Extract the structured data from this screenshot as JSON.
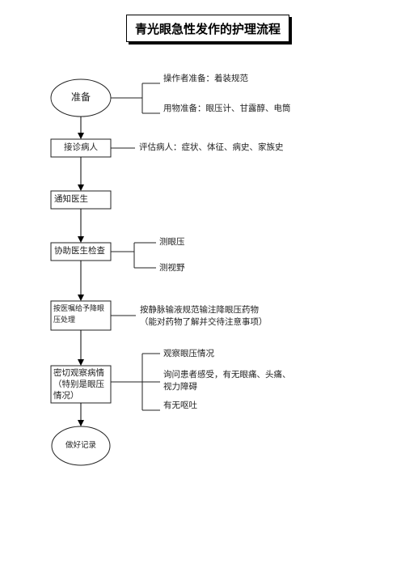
{
  "title": "青光眼急性发作的护理流程",
  "nodes": {
    "prepare": "准备",
    "receive": "接诊病人",
    "notify": "通知医生",
    "assist": "协助医生检查",
    "medicate": "按医嘱给予降眼压处理",
    "observe": "密切观察病情（特别是眼压情况）",
    "record": "做好记录"
  },
  "notes": {
    "prepare_operator": "操作者准备：着装规范",
    "prepare_items": "用物准备：眼压计、甘露醇、电筒",
    "assess": "评估病人：症状、体征、病史、家族史",
    "check_pressure": "测眼压",
    "check_field": "测视野",
    "iv_line1": "按静脉输液规范输注降眼压药物",
    "iv_line2": "（能对药物了解并交待注意事项）",
    "obs_pressure": "观察眼压情况",
    "obs_ask_line1": "询问患者感受，有无眼痛、头痛、",
    "obs_ask_line2": "视力障碍",
    "obs_vomit": "有无呕吐"
  }
}
